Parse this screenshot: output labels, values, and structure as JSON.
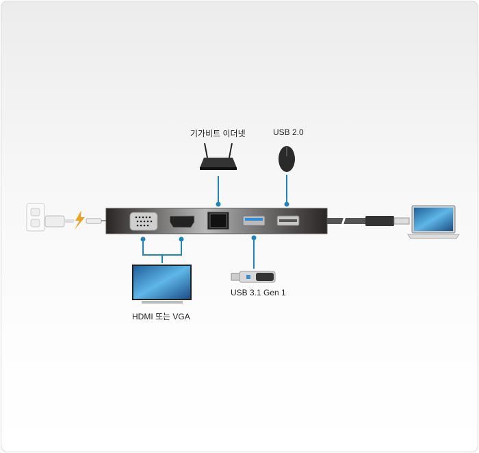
{
  "labels": {
    "ethernet": "기가비트 이더넷",
    "usb2": "USB 2.0",
    "usb31": "USB 3.1 Gen 1",
    "display": "HDMI 또는 VGA"
  },
  "colors": {
    "connector_line": "#1a86bd"
  }
}
